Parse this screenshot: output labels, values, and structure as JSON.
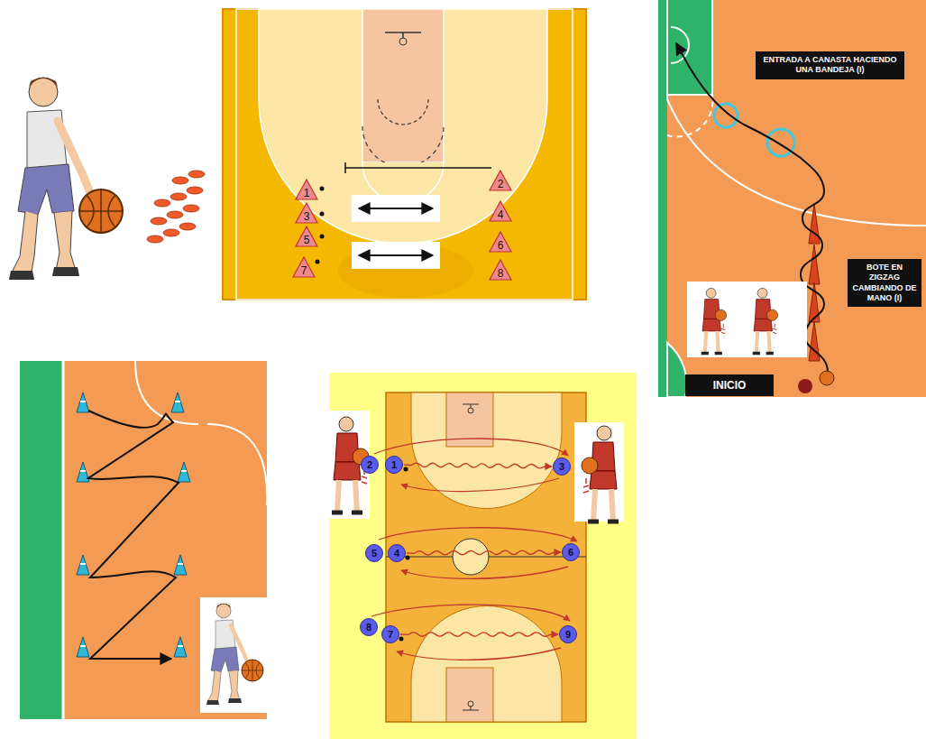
{
  "diagram": {
    "nodes": [
      {
        "text": [
          "1"
        ]
      },
      {
        "text": [
          "2"
        ]
      },
      {
        "text": [
          "3"
        ]
      },
      {
        "text": [
          "4"
        ]
      },
      {
        "text": [
          "5"
        ]
      },
      {
        "text": [
          "6"
        ]
      },
      {
        "text": [
          "7"
        ]
      },
      {
        "text": [
          "8"
        ]
      },
      {
        "text": [
          "ENTRADA A CANASTA HACIENDO UNA BANDEJA (I)"
        ]
      },
      {
        "text": [
          "BOTE EN ZIGZAG CAMBIANDO DE MANO (I)"
        ]
      },
      {
        "text": [
          "INICIO"
        ]
      },
      {
        "text": [
          "2"
        ]
      },
      {
        "text": [
          "1"
        ]
      },
      {
        "text": [
          "3"
        ]
      },
      {
        "text": [
          "5"
        ]
      },
      {
        "text": [
          "4"
        ]
      },
      {
        "text": [
          "6"
        ]
      },
      {
        "text": [
          "8"
        ]
      },
      {
        "text": [
          "7"
        ]
      },
      {
        "text": [
          "9"
        ]
      }
    ],
    "edges": [
      {
        "from": 12,
        "to": 13,
        "arrow": "to"
      },
      {
        "from": 15,
        "to": 16,
        "arrow": "to"
      },
      {
        "from": 18,
        "to": 19,
        "arrow": "to"
      }
    ]
  }
}
